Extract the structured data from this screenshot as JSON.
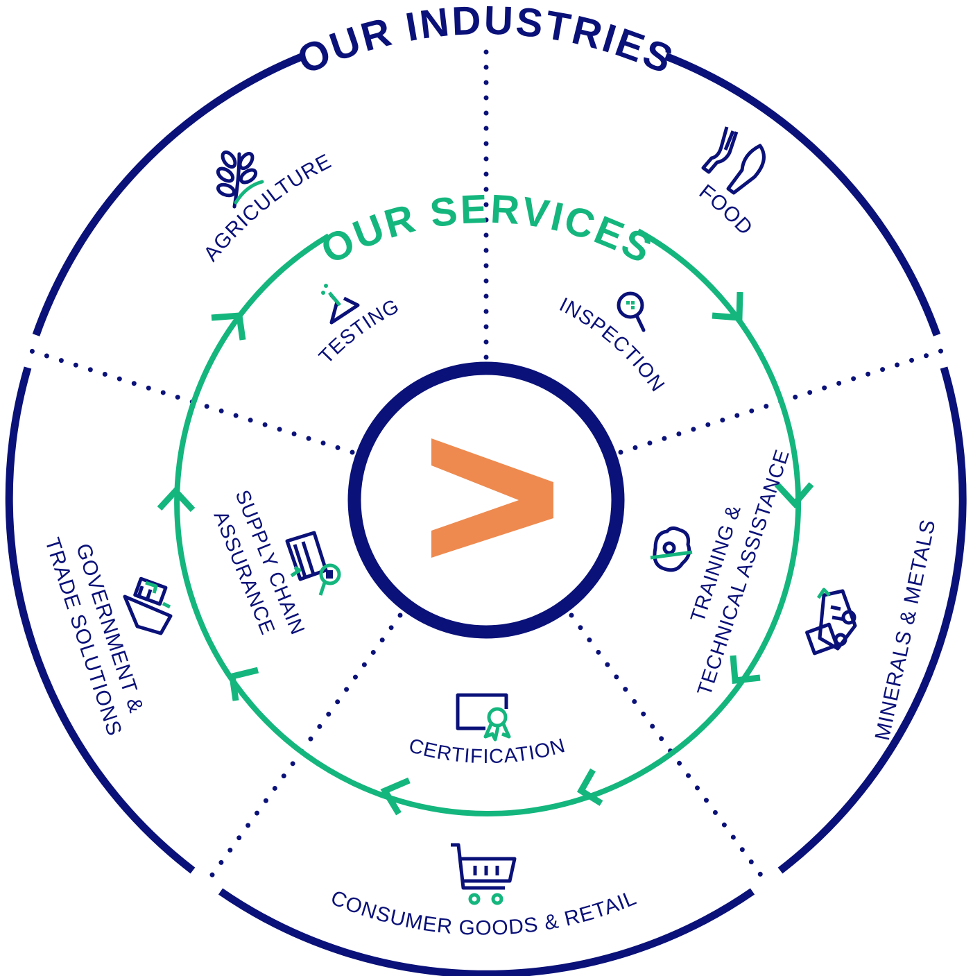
{
  "outer_title": "OUR INDUSTRIES",
  "inner_title": "OUR SERVICES",
  "industries": {
    "agriculture": "AGRICULTURE",
    "food": "FOOD",
    "minerals": "MINERALS & METALS",
    "consumer": "CONSUMER GOODS & RETAIL",
    "government_line1": "GOVERNMENT &",
    "government_line2": "TRADE SOLUTIONS"
  },
  "services": {
    "testing": "TESTING",
    "inspection": "INSPECTION",
    "training_line1": "TRAINING &",
    "training_line2": "TECHNICAL ASSISTANCE",
    "certification": "CERTIFICATION",
    "supply_line1": "SUPPLY CHAIN",
    "supply_line2": "ASSURANCE"
  },
  "center_symbol": ">",
  "icons": {
    "agriculture": "wheat-icon",
    "food": "fork-knife-icon",
    "minerals": "mining-building-icon",
    "consumer": "shopping-cart-icon",
    "government": "cargo-ship-icon",
    "testing": "flask-icon",
    "inspection": "magnifier-icon",
    "training": "brain-gear-icon",
    "certification": "certificate-icon",
    "supply": "document-search-icon"
  },
  "colors": {
    "navy": "#0a1178",
    "green": "#14b67e",
    "orange": "#ee8a4f"
  }
}
